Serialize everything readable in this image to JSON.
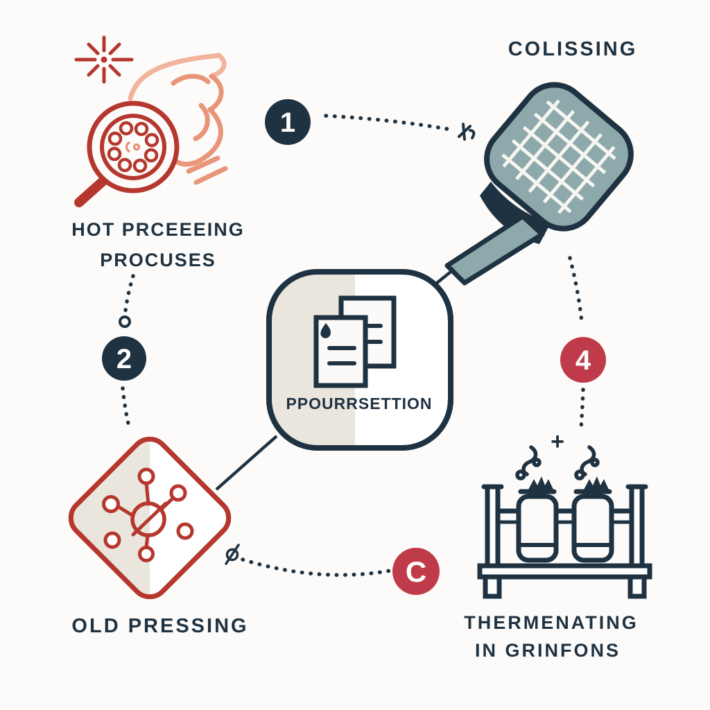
{
  "colors": {
    "navy": "#1f3242",
    "red_line": "#b5372e",
    "red_badge": "#c03b49",
    "salmon": "#e8957a",
    "salmon_light": "#f2b49c",
    "teal": "#8da9ac",
    "beige": "#ebe6dd",
    "paper": "#fcfbf9"
  },
  "nodes": {
    "hot": {
      "line1": "HOT PRCEEEING",
      "line2": "PROCUSES",
      "icon": "strainer-flame-icon"
    },
    "colissing": {
      "label": "COLISSING",
      "icon": "paddle-mesh-icon"
    },
    "central": {
      "label": "PPOURRSETTION",
      "icon": "documents-icon"
    },
    "old": {
      "label": "OLD PRESSING",
      "icon": "molecule-diamond-icon"
    },
    "therm": {
      "line1": "THERMENATING",
      "line2": "IN GRINFONS",
      "icon": "bottle-rack-icon"
    }
  },
  "badges": {
    "b1": "1",
    "b2": "2",
    "b4": "4",
    "bc": "C"
  },
  "glyphs": {
    "plus": "+"
  }
}
